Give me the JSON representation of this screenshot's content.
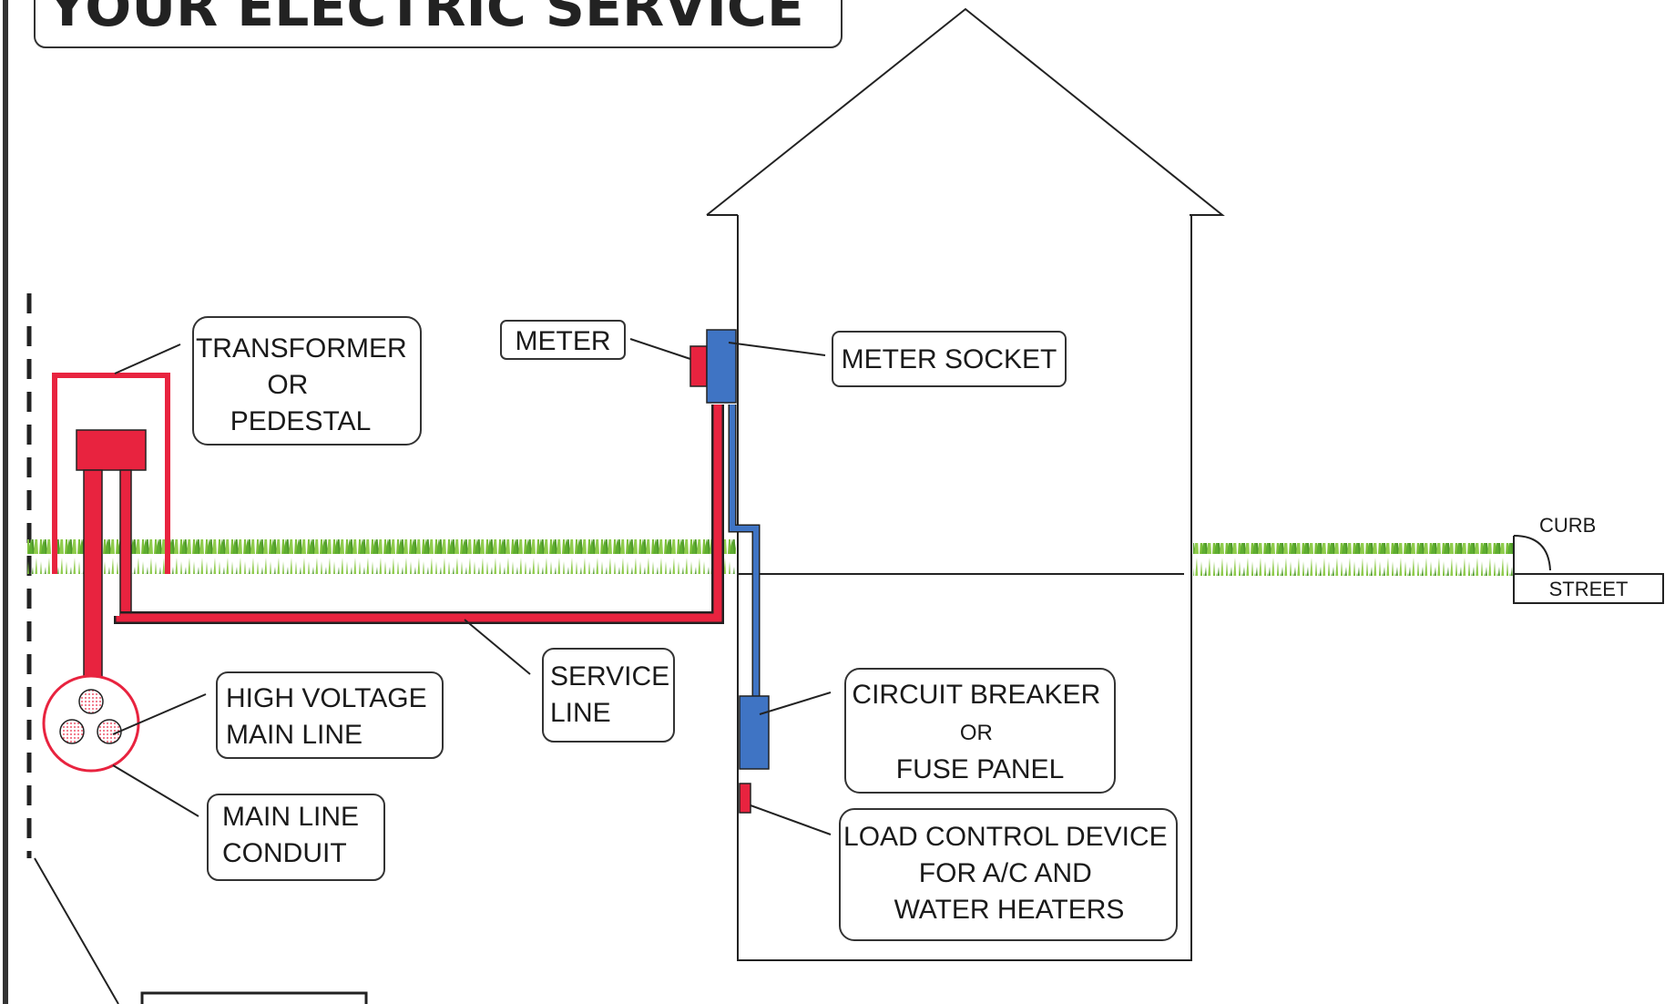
{
  "title": "YOUR ELECTRIC SERVICE",
  "labels": {
    "transformer": [
      "TRANSFORMER",
      "OR",
      "PEDESTAL"
    ],
    "meter": "METER",
    "meter_socket": "METER SOCKET",
    "service_line": [
      "SERVICE",
      "LINE"
    ],
    "high_voltage": [
      "HIGH VOLTAGE",
      "MAIN LINE"
    ],
    "main_line_conduit": [
      "MAIN LINE",
      "CONDUIT"
    ],
    "circuit_breaker": [
      "CIRCUIT BREAKER",
      "OR",
      "FUSE PANEL"
    ],
    "load_control": [
      "LOAD CONTROL DEVICE",
      "FOR A/C AND",
      "WATER HEATERS"
    ],
    "curb": "CURB",
    "street": "STREET"
  },
  "colors": {
    "power_red": "#e8233f",
    "house_blue": "#3f74c4",
    "grass": "#6aa832",
    "line": "#222222"
  }
}
